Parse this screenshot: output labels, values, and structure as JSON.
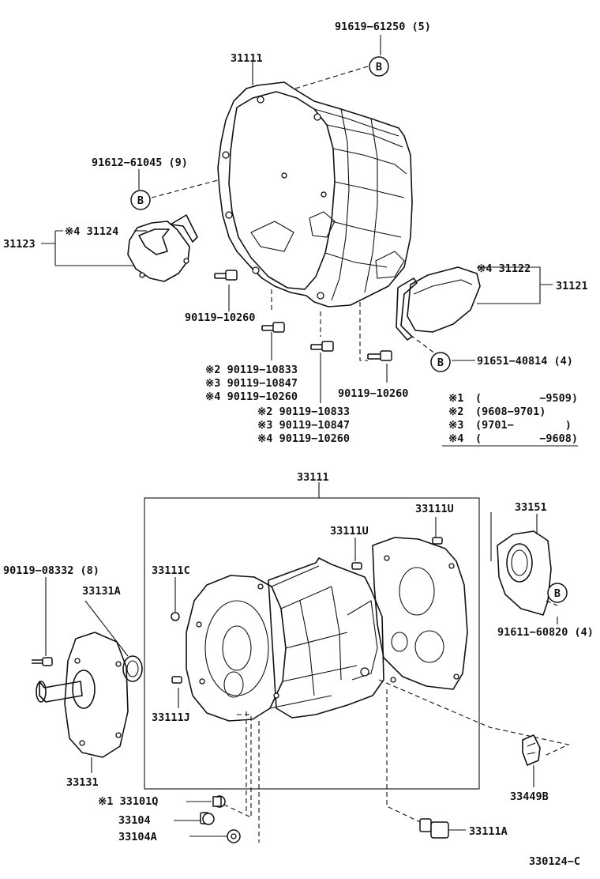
{
  "diagram": {
    "figure_code": "330124−C",
    "callout_letter": "B",
    "upper": {
      "labels": {
        "bolt_b_top": "91619−61250 (5)",
        "housing": "31111",
        "bolt_b_left": "91612−61045 (9)",
        "cover_left_set": "31123",
        "cover_left": "※4 31124",
        "bolt_1": "90119−10260",
        "cover_right": "※4 31122",
        "cover_right_set": "31121",
        "bolt_b_right": "91651−40814 (4)",
        "bolt_mid_a": [
          "※2  90119−10833",
          "※3  90119−10847",
          "※4  90119−10260"
        ],
        "bolt_3": "90119−10260",
        "bolt_mid_b": [
          "※2  90119−10833",
          "※3  90119−10847",
          "※4  90119−10260"
        ]
      },
      "notes": [
        {
          "mark": "※1",
          "range": "(         −9509)"
        },
        {
          "mark": "※2",
          "range": "(9608−9701)"
        },
        {
          "mark": "※3",
          "range": "(9701−        )"
        },
        {
          "mark": "※4",
          "range": "(         −9608)"
        }
      ]
    },
    "lower": {
      "labels": {
        "case": "33111",
        "pin_u_right": "33111U",
        "pin_u_mid": "33111U",
        "pin_c": "33111C",
        "pin_j": "33111J",
        "seal_retainer": "33151",
        "bolt_b_lower": "91611−60820 (4)",
        "bolt_front": "90119−08332 (8)",
        "oil_seal": "33131A",
        "bearing_retainer": "33131",
        "clip": "33449B",
        "breather": "※1 33101Q",
        "plug": "33104",
        "gasket": "33104A",
        "drain_plug": "33111A"
      }
    }
  }
}
